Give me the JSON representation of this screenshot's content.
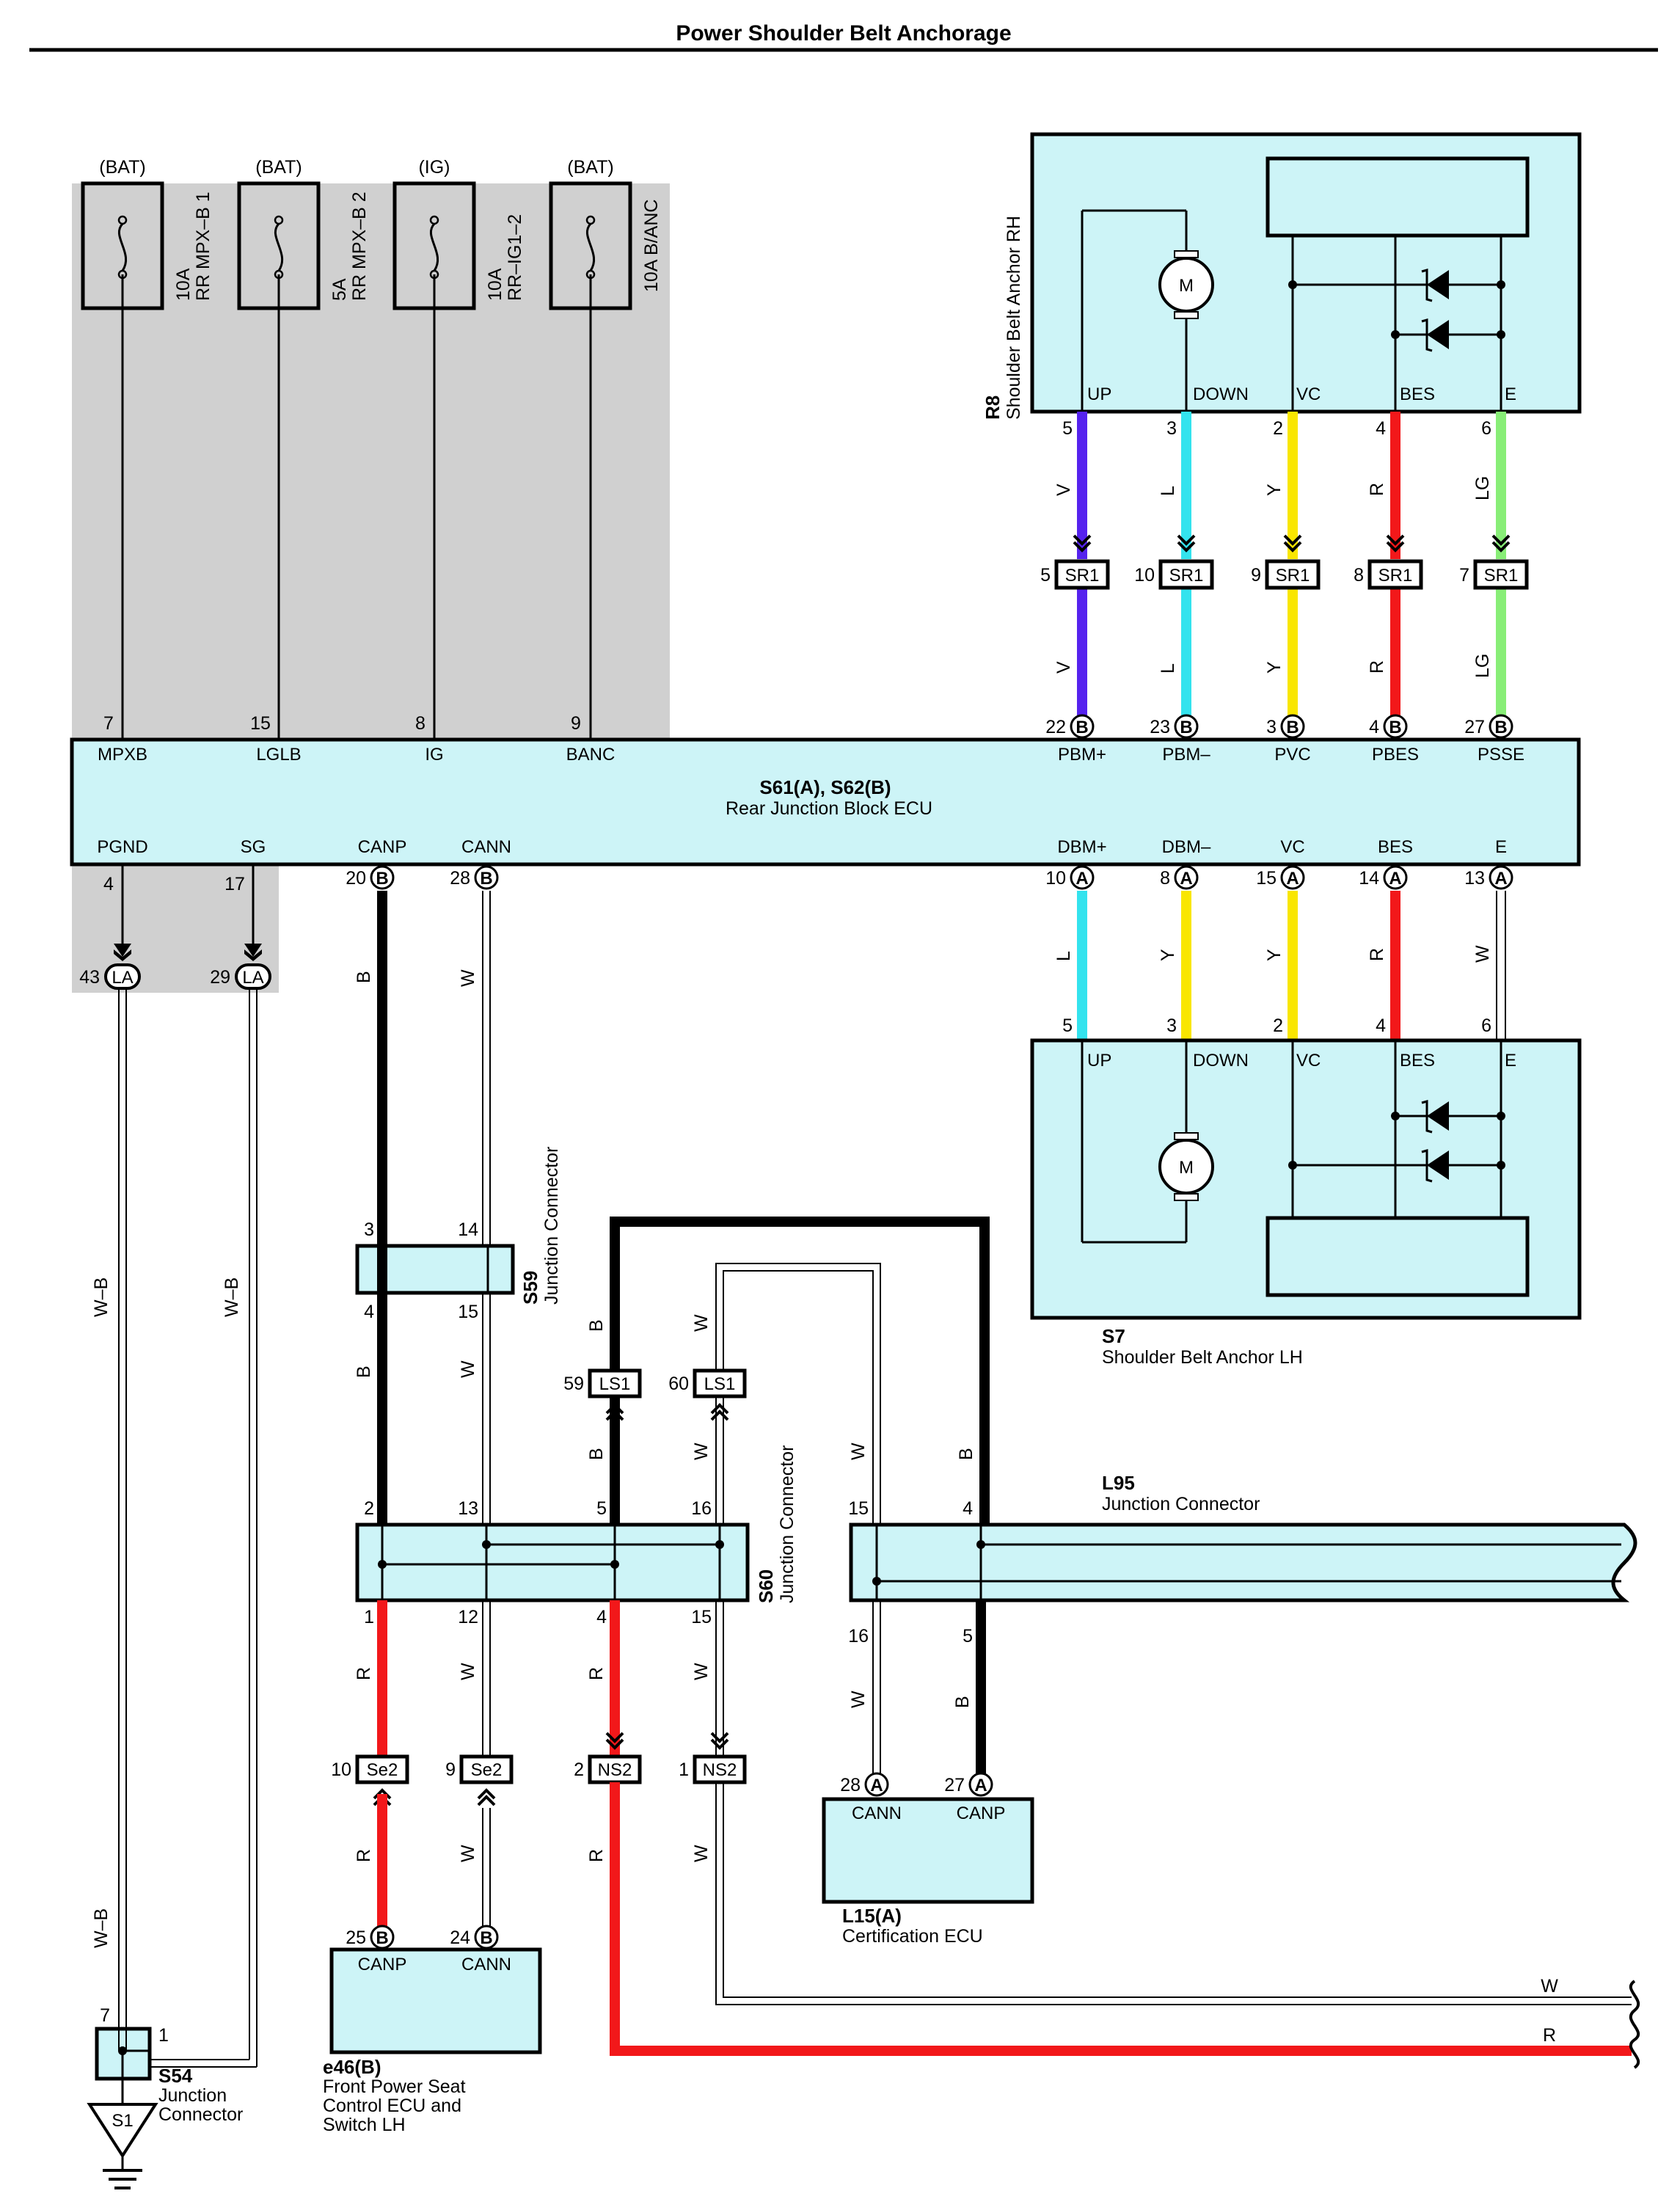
{
  "title": "Power Shoulder Belt Anchorage",
  "colors": {
    "component_fill": "#cdf4f7",
    "shaded_area": "#d0d0d0",
    "wire_V": "#5522ee",
    "wire_L": "#33e3ee",
    "wire_Y": "#f9e600",
    "wire_R": "#f2181a",
    "wire_LG": "#88ee77",
    "wire_B": "#000000",
    "wire_W": "#ffffff"
  },
  "fuses": [
    {
      "source": "(BAT)",
      "line1": "10A",
      "line2": "RR MPX–B 1",
      "pin": "7",
      "terminal": "MPXB"
    },
    {
      "source": "(BAT)",
      "line1": "5A",
      "line2": "RR MPX–B 2",
      "pin": "15",
      "terminal": "LGLB"
    },
    {
      "source": "(IG)",
      "line1": "10A",
      "line2": "RR–IG1–2",
      "pin": "8",
      "terminal": "IG"
    },
    {
      "source": "(BAT)",
      "line1": "10A B/ANC",
      "line2": "",
      "pin": "9",
      "terminal": "BANC"
    }
  ],
  "ecu": {
    "id": "S61(A), S62(B)",
    "name": "Rear Junction Block ECU",
    "bottom_left_terminals": [
      {
        "name": "PGND",
        "pin": "4"
      },
      {
        "name": "SG",
        "pin": "17"
      },
      {
        "name": "CANP",
        "pin": "20",
        "conn": "B"
      },
      {
        "name": "CANN",
        "pin": "28",
        "conn": "B"
      }
    ],
    "top_right_terminals": [
      {
        "name": "PBM+",
        "pin": "22",
        "conn": "B"
      },
      {
        "name": "PBM–",
        "pin": "23",
        "conn": "B"
      },
      {
        "name": "PVC",
        "pin": "3",
        "conn": "B"
      },
      {
        "name": "PBES",
        "pin": "4",
        "conn": "B"
      },
      {
        "name": "PSSE",
        "pin": "27",
        "conn": "B"
      }
    ],
    "bottom_right_terminals": [
      {
        "name": "DBM+",
        "pin": "10",
        "conn": "A"
      },
      {
        "name": "DBM–",
        "pin": "8",
        "conn": "A"
      },
      {
        "name": "VC",
        "pin": "15",
        "conn": "A"
      },
      {
        "name": "BES",
        "pin": "14",
        "conn": "A"
      },
      {
        "name": "E",
        "pin": "13",
        "conn": "A"
      }
    ]
  },
  "anchor_rh": {
    "id": "R8",
    "name": "Shoulder Belt Anchor RH",
    "terminals": [
      "UP",
      "DOWN",
      "VC",
      "BES",
      "E"
    ],
    "pins": [
      "5",
      "3",
      "2",
      "4",
      "6"
    ],
    "wire_colors": [
      "V",
      "L",
      "Y",
      "R",
      "LG"
    ],
    "sr1_pins": [
      "5",
      "10",
      "9",
      "8",
      "7"
    ],
    "sr1_label": "SR1",
    "motor": "M"
  },
  "anchor_lh": {
    "id": "S7",
    "name": "Shoulder Belt Anchor LH",
    "terminals": [
      "UP",
      "DOWN",
      "VC",
      "BES",
      "E"
    ],
    "pins": [
      "5",
      "3",
      "2",
      "4",
      "6"
    ],
    "wire_colors": [
      "L",
      "Y",
      "Y",
      "R",
      "W"
    ],
    "motor": "M"
  },
  "la": {
    "label": "LA",
    "pins": [
      "43",
      "29"
    ],
    "wire_color": "W–B"
  },
  "s54": {
    "id": "S54",
    "line1": "Junction",
    "line2": "Connector",
    "pins": [
      "7",
      "1"
    ],
    "ground": "S1"
  },
  "s59": {
    "id": "S59",
    "name": "Junction Connector",
    "pins": [
      "3",
      "14",
      "4",
      "15"
    ]
  },
  "s60": {
    "id": "S60",
    "name": "Junction Connector",
    "top_pins": [
      "2",
      "13",
      "5",
      "16"
    ],
    "bottom_pins": [
      "1",
      "12",
      "4",
      "15"
    ]
  },
  "ls1": {
    "label": "LS1",
    "pins": [
      "59",
      "60"
    ]
  },
  "se2": {
    "label": "Se2",
    "pins": [
      "10",
      "9"
    ]
  },
  "ns2": {
    "label": "NS2",
    "pins": [
      "2",
      "1"
    ]
  },
  "l95": {
    "id": "L95",
    "name": "Junction Connector",
    "top_pins": [
      "15",
      "4"
    ],
    "bottom_pins": [
      "16",
      "5"
    ]
  },
  "l15": {
    "id": "L15(A)",
    "name": "Certification ECU",
    "terminals": [
      "CANN",
      "CANP"
    ],
    "pins": [
      "28",
      "27"
    ],
    "conn": "A"
  },
  "e46": {
    "id": "e46(B)",
    "lines": [
      "Front Power Seat",
      "Control ECU and",
      "Switch LH"
    ],
    "terminals": [
      "CANP",
      "CANN"
    ],
    "pins": [
      "25",
      "24"
    ],
    "conn": "B"
  },
  "wire_codes": {
    "B": "B",
    "W": "W",
    "R": "R",
    "WB": "W–B"
  }
}
